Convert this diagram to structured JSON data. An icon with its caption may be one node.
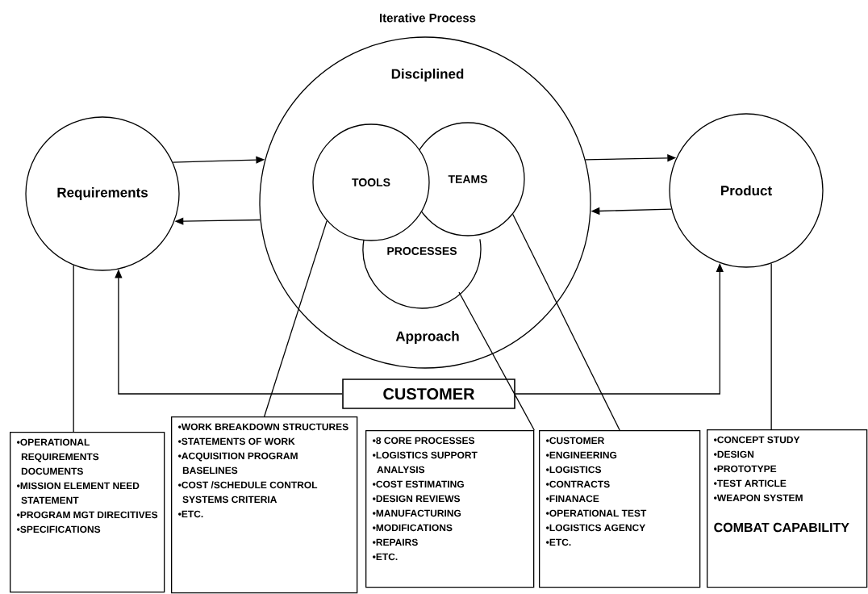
{
  "diagram": {
    "title": "Iterative Process",
    "nodes": [
      {
        "text": [
          "Requirements"
        ]
      },
      {
        "text": [
          "Disciplined",
          "Approach"
        ]
      },
      {
        "text": [
          "TOOLS"
        ],
        "in": 1
      },
      {
        "text": [
          "TEAMS"
        ],
        "in": 1
      },
      {
        "text": [
          "PROCESSES"
        ],
        "in": 1
      },
      {
        "text": [
          "Product"
        ]
      },
      {
        "text": [
          "CUSTOMER"
        ]
      },
      {
        "text": [
          "•OPERATIONAL REQUIREMENTS DOCUMENTS",
          "•MISSION ELEMENT NEED STATEMENT",
          "•PROGRAM MGT DIRECITIVES",
          "•SPECIFICATIONS"
        ]
      },
      {
        "text": [
          "•WORK BREAKDOWN STRUCTURES",
          "•STATEMENTS OF WORK",
          "•ACQUISITION PROGRAM BASELINES",
          "•COST /SCHEDULE CONTROL SYSTEMS CRITERIA",
          "•ETC."
        ]
      },
      {
        "text": [
          "•8 CORE PROCESSES",
          "•LOGISTICS SUPPORT ANALYSIS",
          "•COST ESTIMATING",
          "•DESIGN REVIEWS",
          "•MANUFACTURING",
          "•MODIFICATIONS",
          "•REPAIRS",
          "•ETC."
        ]
      },
      {
        "text": [
          "•CUSTOMER",
          "•ENGINEERING",
          "•LOGISTICS",
          "•CONTRACTS",
          "•FINANACE",
          "•OPERATIONAL TEST",
          "•LOGISTICS AGENCY",
          "•ETC."
        ]
      },
      {
        "text": [
          "•CONCEPT STUDY",
          "•DESIGN",
          "•PROTOTYPE",
          "•TEST ARTICLE",
          "•WEAPON SYSTEM",
          "COMBAT CAPABILITY"
        ]
      }
    ],
    "edges": [
      {
        "from": 0,
        "to": 1,
        "arrow": "to"
      },
      {
        "from": 1,
        "to": 0,
        "arrow": "to"
      },
      {
        "from": 1,
        "to": 5,
        "arrow": "to"
      },
      {
        "from": 5,
        "to": 1,
        "arrow": "to"
      },
      {
        "from": 6,
        "to": 0,
        "arrow": "to"
      },
      {
        "from": 6,
        "to": 5,
        "arrow": "to"
      },
      {
        "from": 0,
        "to": 7,
        "arrow": "none"
      },
      {
        "from": 2,
        "to": 8,
        "arrow": "none"
      },
      {
        "from": 4,
        "to": 9,
        "arrow": "none"
      },
      {
        "from": 3,
        "to": 10,
        "arrow": "none"
      },
      {
        "from": 5,
        "to": 11,
        "arrow": "none"
      }
    ]
  }
}
